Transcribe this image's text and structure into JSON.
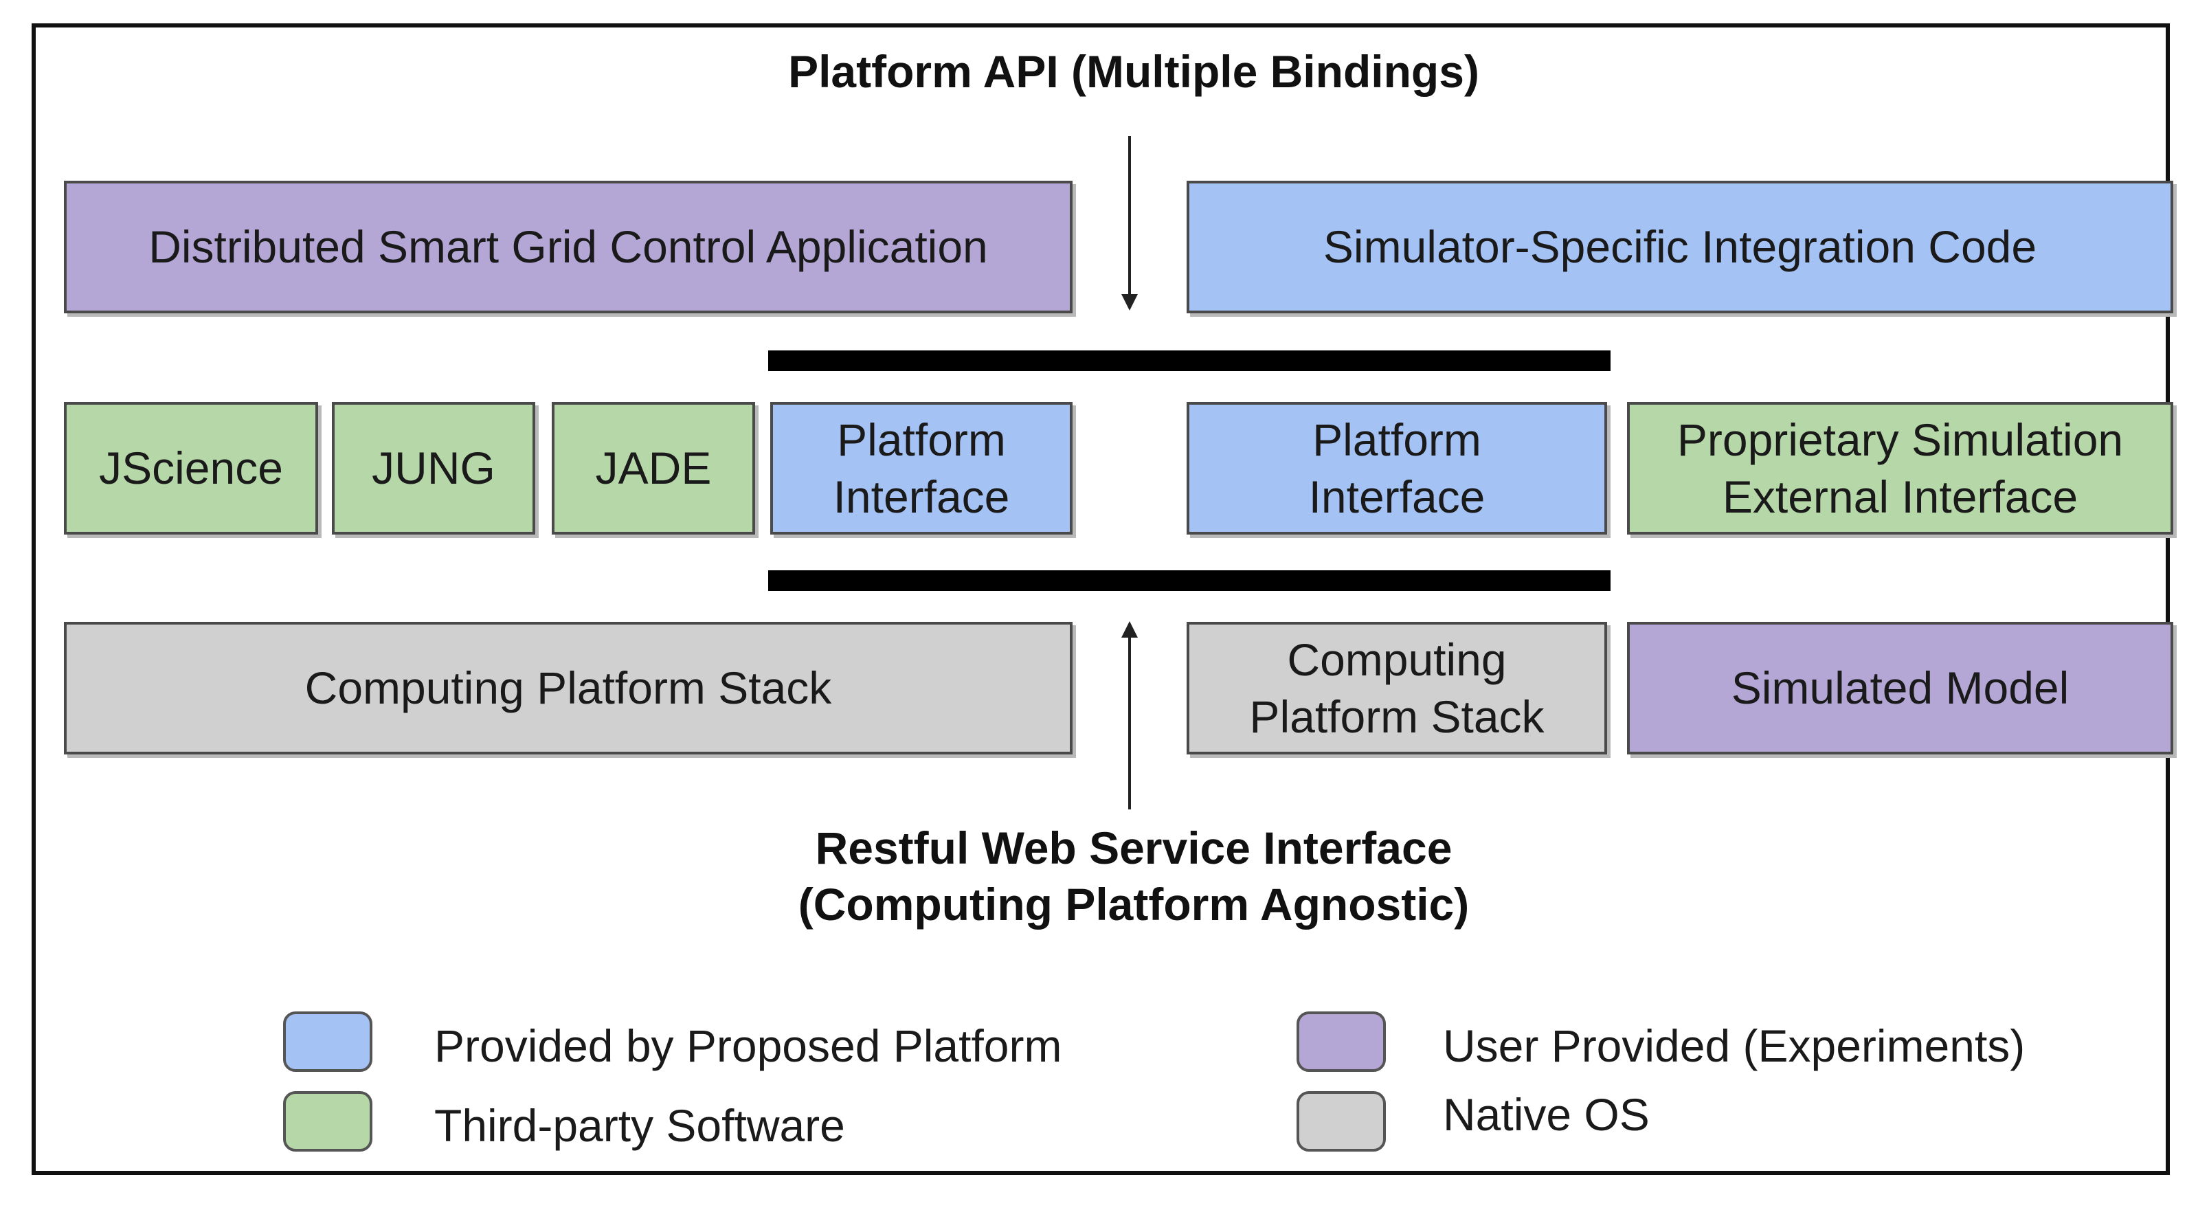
{
  "diagram": {
    "top_title": "Platform API (Multiple Bindings)",
    "bottom_title_line1": "Restful Web Service Interface",
    "bottom_title_line2": "(Computing Platform Agnostic)",
    "boxes": {
      "control_app": "Distributed Smart Grid Control Application",
      "simulator_code": "Simulator-Specific Integration Code",
      "jscience": "JScience",
      "jung": "JUNG",
      "jade": "JADE",
      "platform_interface_left": "Platform\nInterface",
      "platform_interface_right": "Platform\nInterface",
      "proprietary": "Proprietary Simulation\nExternal Interface",
      "computing_stack_left": "Computing Platform Stack",
      "computing_stack_right": "Computing\nPlatform Stack",
      "simulated_model": "Simulated Model"
    }
  },
  "legend": {
    "items": [
      {
        "label": "Provided by Proposed Platform",
        "color": "#a4c2f4"
      },
      {
        "label": "Third-party Software",
        "color": "#b6d7a8"
      },
      {
        "label": "User Provided (Experiments)",
        "color": "#b4a7d6"
      },
      {
        "label": "Native OS",
        "color": "#d0d0d0"
      }
    ]
  },
  "colors": {
    "purple": "#b4a7d6",
    "blue": "#a4c2f4",
    "green": "#b6d7a8",
    "gray": "#d0d0d0"
  }
}
